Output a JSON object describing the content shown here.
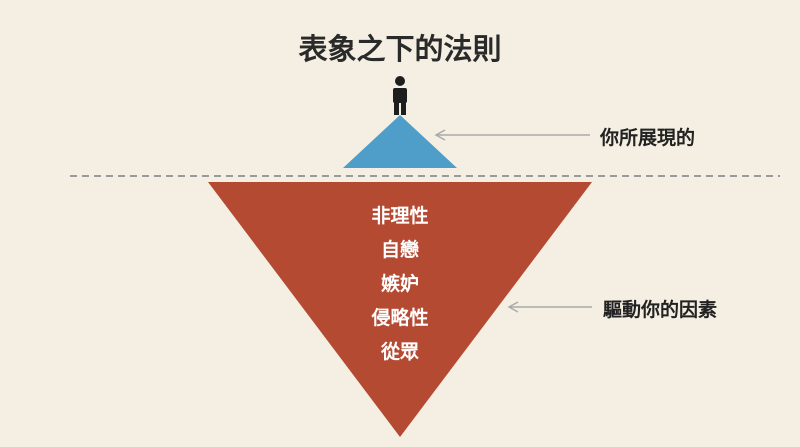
{
  "title": "表象之下的法則",
  "labels": {
    "visible": "你所展現的",
    "hidden": "驅動你的因素"
  },
  "traits": [
    "非理性",
    "自戀",
    "嫉妒",
    "侵略性",
    "從眾"
  ],
  "icons": {
    "figure": "person-standing-icon",
    "arrows": "arrow-left-icon"
  },
  "colors": {
    "background": "#f4efe2",
    "tip": "#4f9ec9",
    "base": "#b54a33",
    "waterline": "#9a9a9a",
    "arrow": "#aaaaaa",
    "text": "#222222",
    "trait_text": "#ffffff"
  }
}
